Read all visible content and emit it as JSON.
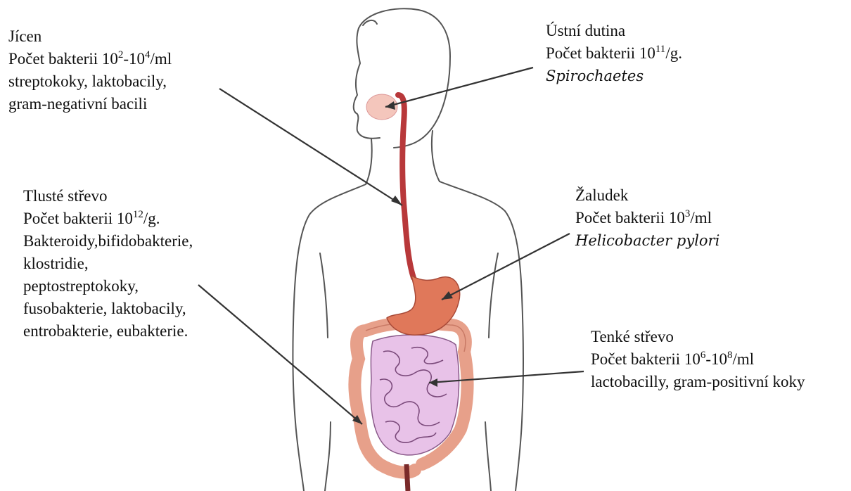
{
  "diagram": {
    "labels": {
      "jicen": {
        "name": "Jícen",
        "count_prefix": "Počet bakterii 10",
        "count_exp1": "2",
        "count_mid": "-10",
        "count_exp2": "4",
        "count_suffix": "/ml",
        "line3": "streptokoky, laktobacily,",
        "line4": "gram-negativní bacili"
      },
      "ustni": {
        "name": "Ústní dutina",
        "count_prefix": "Počet bakterii 10",
        "count_exp1": "11",
        "count_suffix": "/g.",
        "organism": "Spirochaetes"
      },
      "tluste": {
        "name": "Tlusté střevo",
        "count_prefix": "Počet bakterii 10",
        "count_exp1": "12",
        "count_suffix": "/g.",
        "line3": "Bakteroidy,bifidobakterie,",
        "line4": "klostridie,",
        "line5": "peptostreptokoky,",
        "line6": "fusobakterie, laktobacily,",
        "line7": "entrobakterie, eubakterie."
      },
      "zaludek": {
        "name": "Žaludek",
        "count_prefix": "Počet bakterii 10",
        "count_exp1": "3",
        "count_suffix": "/ml",
        "organism": "Helicobacter pylori"
      },
      "tenke": {
        "name": "Tenké střevo",
        "count_prefix": "Počet bakterii 10",
        "count_exp1": "6",
        "count_mid": "-10",
        "count_exp2": "8",
        "count_suffix": "/ml",
        "line3": "lactobacilly, gram-positivní koky"
      }
    },
    "colors": {
      "outline": "#555555",
      "esophagus": "#b8383a",
      "stomach": "#e0785a",
      "small_intestine": "#e8c2e8",
      "large_intestine": "#e7a08a",
      "mouth": "#f4c6bc",
      "arrow": "#333333"
    }
  }
}
